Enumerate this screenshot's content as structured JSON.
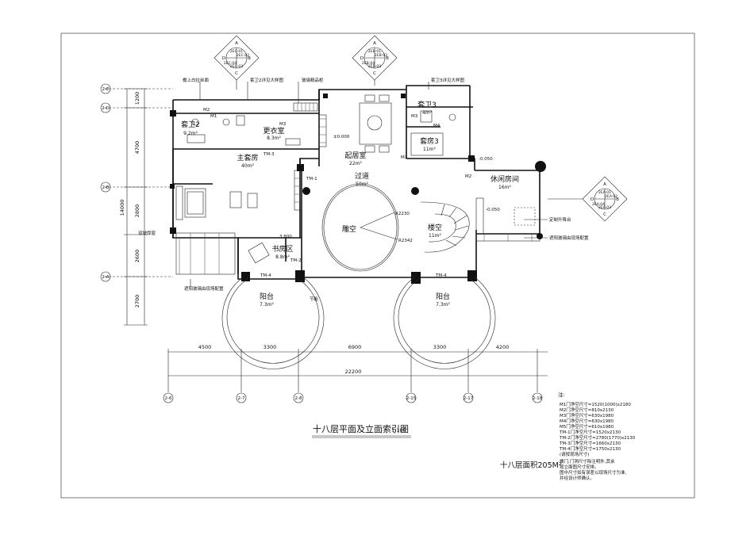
{
  "drawing": {
    "title": "十八层平面及立面索引图",
    "scale": "1:100",
    "area_label": "十八层面积205M²"
  },
  "rooms": [
    {
      "name": "套卫2",
      "area": "9.2m²"
    },
    {
      "name": "更衣室",
      "area": "8.3m²"
    },
    {
      "name": "主套房",
      "area": "40m²"
    },
    {
      "name": "起居室",
      "area": "22m²"
    },
    {
      "name": "套卫3",
      "area": "4m²"
    },
    {
      "name": "套房3",
      "area": "11m²"
    },
    {
      "name": "过道",
      "area": "50m²"
    },
    {
      "name": "雕空",
      "area": ""
    },
    {
      "name": "楼空",
      "area": "11m²"
    },
    {
      "name": "休闲房间",
      "area": "16m²"
    },
    {
      "name": "书房区",
      "area": "8.8m²"
    },
    {
      "name": "阳台",
      "area": "7.3m²"
    },
    {
      "name": "阳台",
      "area": "7.3m²"
    }
  ],
  "annotations": [
    "檐上白拉丝面",
    "套卫2详见大样图",
    "玻璃精品柜",
    "套卫3详见大样图",
    "定制升降台",
    "遮阳玻璃由现场配置",
    "遮阳玻璃由现场配置",
    "双坡厚窗",
    "节能",
    "R2230",
    "R2342",
    "±0.000",
    "3.800",
    "-0.050",
    "-0.050"
  ],
  "door_marks": [
    "M1",
    "M2",
    "M3",
    "M2",
    "M3",
    "M4",
    "M2",
    "TM-3",
    "TM-2",
    "TM-4",
    "TM-4",
    "TM-1"
  ],
  "index_markers": [
    {
      "code": "2EC-01",
      "letters": [
        "A",
        "D",
        "B",
        "C"
      ],
      "codes": [
        "2EC-01",
        "2EC-04",
        "2EC-02",
        "2EC-03"
      ]
    },
    {
      "code": "2EB-01",
      "letters": [
        "A",
        "D",
        "B",
        "C"
      ],
      "codes": [
        "2EB-01",
        "2EB-04",
        "2EB-02",
        "2EB-03"
      ]
    },
    {
      "code": "2EA-01",
      "letters": [
        "A",
        "D",
        "B",
        "C"
      ],
      "codes": [
        "2EA-01",
        "2EA-04",
        "2EA-02",
        "2EA-03"
      ]
    }
  ],
  "dims_top": [
    "4500",
    "3300",
    "6900",
    "3300",
    "4200"
  ],
  "dim_total": "22200",
  "grids_bottom": [
    "2-6",
    "2-7",
    "2-8",
    "2-15",
    "2-17",
    "2-18"
  ],
  "dims_left": [
    "1200",
    "4700",
    "2800",
    "2600",
    "2700"
  ],
  "dim_left_total": "14000",
  "grids_left": [
    "2-E",
    "2-D",
    "2-B",
    "2-A"
  ],
  "notes": {
    "heading": "注:",
    "lines": [
      "M1门净空尺寸=1520(1000)x2180",
      "M2门净空尺寸=810x2130",
      "M3门净空尺寸=630x1980",
      "M4门净空尺寸=630x1980",
      "M5门净空尺寸=610x1980",
      "TM-1门净空尺寸=1520x2130",
      "TM-2门净空尺寸=2780(1770)x2130",
      "TM-3门净空尺寸=1660x2130",
      "TM-4门净空尺寸=1750x2130",
      "(请按现场尺寸)",
      "楼门,门洞尺寸除注明外,其余",
      "按立面图尺寸安排。",
      "图中尺寸如有误差以现场尺寸为准,",
      "并经设计师确认。"
    ]
  }
}
